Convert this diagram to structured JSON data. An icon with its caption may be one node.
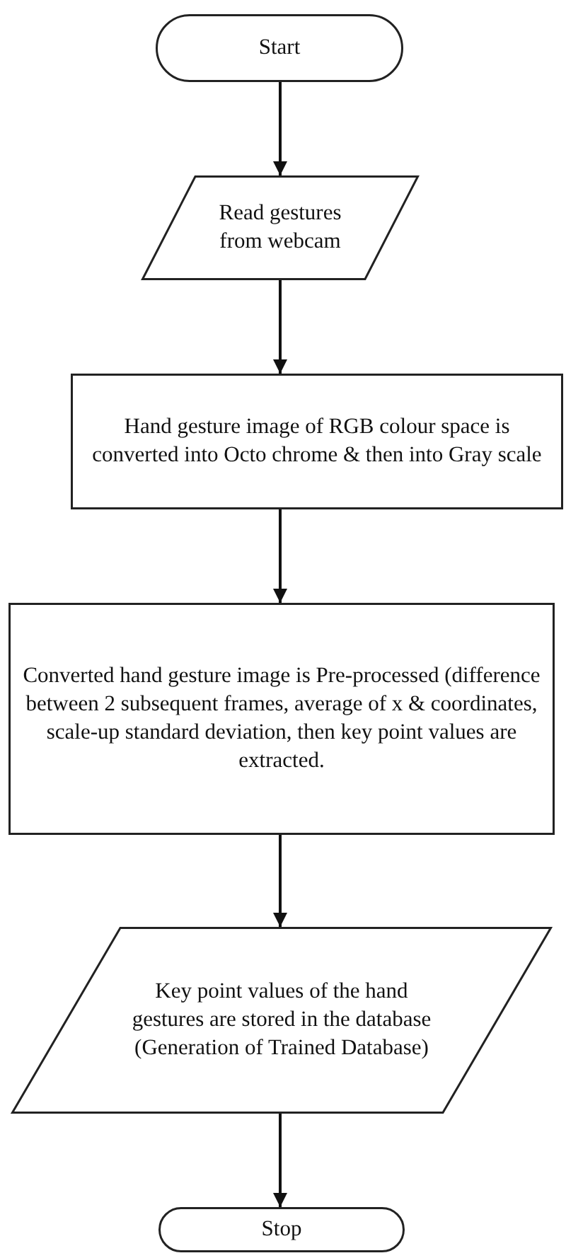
{
  "diagram": {
    "nodes": [
      {
        "text": [
          "Start"
        ]
      },
      {
        "text": [
          "Read gestures from webcam"
        ]
      },
      {
        "text": [
          "Hand gesture image of RGB colour space is converted into Octo chrome & then into Gray scale"
        ]
      },
      {
        "text": [
          "Converted hand gesture image is Pre-processed (difference between 2 subsequent frames, average of x & coordinates, scale-up standard deviation, then key point values are extracted."
        ]
      },
      {
        "text": [
          "Key point values of the hand gestures are stored in the database (Generation of Trained Database)"
        ]
      },
      {
        "text": [
          "Stop"
        ]
      }
    ],
    "edges": [
      {
        "from": 0,
        "to": 1,
        "arrow": "to"
      },
      {
        "from": 1,
        "to": 2,
        "arrow": "to"
      },
      {
        "from": 2,
        "to": 3,
        "arrow": "to"
      },
      {
        "from": 3,
        "to": 4,
        "arrow": "to"
      },
      {
        "from": 4,
        "to": 5,
        "arrow": "to"
      }
    ]
  }
}
